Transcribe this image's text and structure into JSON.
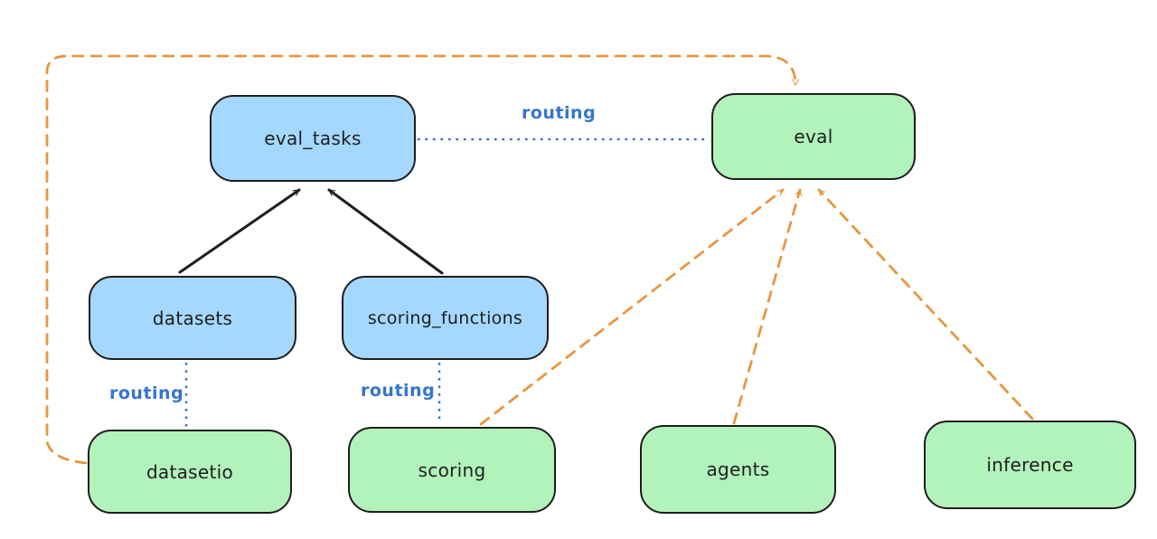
{
  "diagram": {
    "title": "",
    "nodes": {
      "eval_tasks": {
        "label": "eval_tasks",
        "kind": "resource",
        "fill": "#a5d8ff"
      },
      "eval": {
        "label": "eval",
        "kind": "api",
        "fill": "#b2f2bb"
      },
      "datasets": {
        "label": "datasets",
        "kind": "resource",
        "fill": "#a5d8ff"
      },
      "scoring_functions": {
        "label": "scoring_functions",
        "kind": "resource",
        "fill": "#a5d8ff"
      },
      "datasetio": {
        "label": "datasetio",
        "kind": "api",
        "fill": "#b2f2bb"
      },
      "scoring": {
        "label": "scoring",
        "kind": "api",
        "fill": "#b2f2bb"
      },
      "agents": {
        "label": "agents",
        "kind": "api",
        "fill": "#b2f2bb"
      },
      "inference": {
        "label": "inference",
        "kind": "api",
        "fill": "#b2f2bb"
      }
    },
    "routing_labels": [
      "routing",
      "routing",
      "routing"
    ],
    "edges": [
      {
        "from": "datasets",
        "to": "eval_tasks",
        "style": "solid-black-arrow"
      },
      {
        "from": "scoring_functions",
        "to": "eval_tasks",
        "style": "solid-black-arrow"
      },
      {
        "from": "eval_tasks",
        "to": "eval",
        "style": "blue-dotted",
        "label": "routing"
      },
      {
        "from": "datasets",
        "to": "datasetio",
        "style": "blue-dotted",
        "label": "routing"
      },
      {
        "from": "scoring_functions",
        "to": "scoring",
        "style": "blue-dotted",
        "label": "routing"
      },
      {
        "from": "datasetio",
        "to": "eval",
        "style": "orange-dashed-arrow"
      },
      {
        "from": "scoring",
        "to": "eval",
        "style": "orange-dashed-arrow"
      },
      {
        "from": "agents",
        "to": "eval",
        "style": "orange-dashed-arrow"
      },
      {
        "from": "inference",
        "to": "eval",
        "style": "orange-dashed-arrow"
      }
    ],
    "colors": {
      "background": "#ffffff",
      "stroke_dark": "#1e1e1e",
      "blue_fill": "#a5d8ff",
      "green_fill": "#b2f2bb",
      "routing_blue": "#3575cc",
      "dep_orange": "#e8963f"
    }
  }
}
